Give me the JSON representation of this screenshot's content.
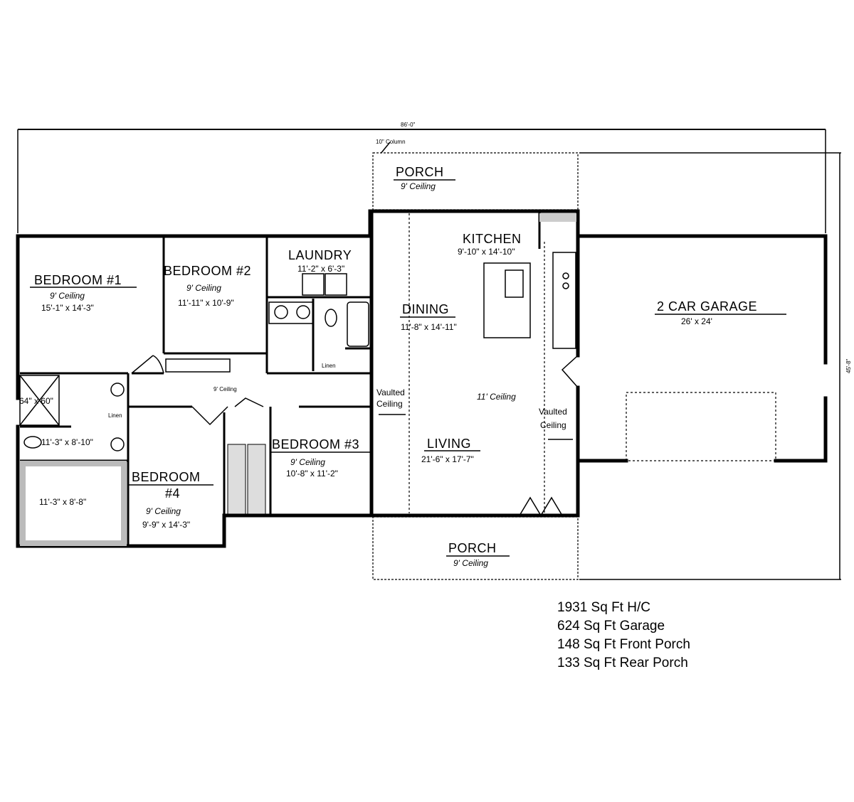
{
  "dimensions": {
    "overall_width": "86'-0\"",
    "overall_depth": "45'-8\"",
    "column_note": "10\" Column"
  },
  "rooms": {
    "bedroom1": {
      "name": "BEDROOM #1",
      "ceiling": "9' Ceiling",
      "size": "15'-1\" x 14'-3\""
    },
    "bedroom2": {
      "name": "BEDROOM #2",
      "ceiling": "9' Ceiling",
      "size": "11'-11\" x 10'-9\""
    },
    "laundry": {
      "name": "LAUNDRY",
      "size": "11'-2\" x 6'-3\""
    },
    "kitchen": {
      "name": "KITCHEN",
      "size": "9'-10\" x 14'-10\""
    },
    "dining": {
      "name": "DINING",
      "size": "11'-8\" x 14'-11\""
    },
    "garage": {
      "name": "2 CAR GARAGE",
      "size": "26' x 24'"
    },
    "living": {
      "name": "LIVING",
      "size": "21'-6\" x 17'-7\"",
      "ceiling": "11' Ceiling"
    },
    "bedroom3": {
      "name": "BEDROOM #3",
      "ceiling": "9' Ceiling",
      "size": "10'-8\" x 11'-2\""
    },
    "bedroom4": {
      "name": "BEDROOM",
      "number": "#4",
      "ceiling": "9' Ceiling",
      "size": "9'-9\" x 14'-3\""
    },
    "master_bath": {
      "shower": "64\" x 60\"",
      "size": "11'-3\" x 8'-10\"",
      "linen": "Linen"
    },
    "master_closet": {
      "size": "11'-3\" x 8'-8\""
    },
    "hall": {
      "ceiling": "9' Ceiling",
      "linen": "Linen"
    },
    "front_porch": {
      "name": "PORCH",
      "ceiling": "9' Ceiling"
    },
    "rear_porch": {
      "name": "PORCH",
      "ceiling": "9' Ceiling"
    },
    "vaulted_left": {
      "line1": "Vaulted",
      "line2": "Ceiling"
    },
    "vaulted_right": {
      "line1": "Vaulted",
      "line2": "Ceiling"
    }
  },
  "stats": [
    "1931 Sq Ft H/C",
    "624 Sq Ft Garage",
    "148 Sq Ft Front Porch",
    "133 Sq Ft Rear Porch"
  ]
}
